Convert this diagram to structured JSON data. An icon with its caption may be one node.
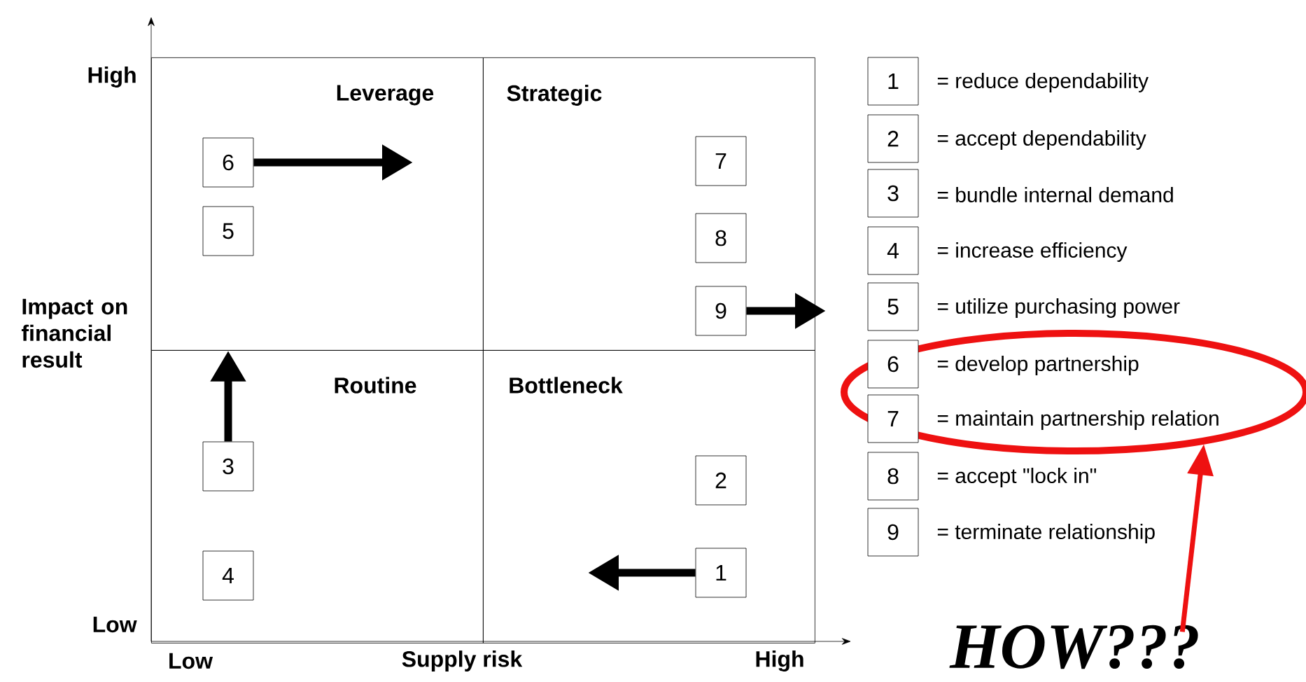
{
  "diagram": {
    "nodes": [
      {
        "text": [
          "Leverage"
        ]
      },
      {
        "text": [
          "6"
        ],
        "in": 0
      },
      {
        "text": [
          "5"
        ],
        "in": 0
      },
      {
        "text": [
          "Strategic"
        ]
      },
      {
        "text": [
          "7"
        ],
        "in": 3
      },
      {
        "text": [
          "8"
        ],
        "in": 3
      },
      {
        "text": [
          "9"
        ],
        "in": 3
      },
      {
        "text": [
          "Routine"
        ]
      },
      {
        "text": [
          "3"
        ],
        "in": 7
      },
      {
        "text": [
          "4"
        ],
        "in": 7
      },
      {
        "text": [
          "Bottleneck"
        ]
      },
      {
        "text": [
          "2"
        ],
        "in": 10
      },
      {
        "text": [
          "1"
        ],
        "in": 10
      },
      {
        "text": [
          "1"
        ],
        "beside": [
          "= reduce dependability"
        ]
      },
      {
        "text": [
          "2"
        ],
        "beside": [
          "= accept dependability"
        ]
      },
      {
        "text": [
          "3"
        ],
        "beside": [
          "= bundle internal demand"
        ]
      },
      {
        "text": [
          "4"
        ],
        "beside": [
          "= increase efficiency"
        ]
      },
      {
        "text": [
          "5"
        ],
        "beside": [
          "= utilize purchasing power"
        ]
      },
      {
        "text": [],
        "shape": "ellipse"
      },
      {
        "text": [
          "6"
        ],
        "beside": [
          "= develop partnership"
        ],
        "in": 18
      },
      {
        "text": [
          "7"
        ],
        "beside": [
          "= maintain partnership relation"
        ],
        "in": 18
      },
      {
        "text": [
          "8"
        ],
        "beside": [
          "= accept \"lock in\""
        ]
      },
      {
        "text": [
          "9"
        ],
        "beside": [
          "= terminate relationship"
        ]
      },
      {
        "text": [
          "HOW???"
        ]
      }
    ],
    "edges": [
      {
        "from": 1,
        "to": null,
        "arrow": "to"
      },
      {
        "from": 6,
        "to": null,
        "arrow": "to"
      },
      {
        "from": 8,
        "to": 0,
        "arrow": "to"
      },
      {
        "from": 12,
        "to": null,
        "arrow": "to"
      },
      {
        "from": 23,
        "to": 18,
        "arrow": "to",
        "color": "#ee1111"
      }
    ],
    "labels": [
      "High",
      "Impact on financial result",
      "Low",
      "Low",
      "Supply risk",
      "High"
    ]
  }
}
